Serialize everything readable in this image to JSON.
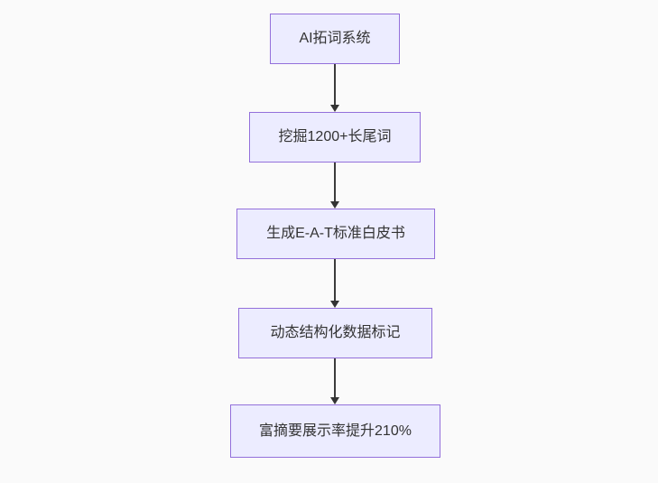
{
  "diagram": {
    "type": "flowchart",
    "direction": "top-down",
    "nodes": [
      {
        "id": 1,
        "label": "AI拓词系统"
      },
      {
        "id": 2,
        "label": "挖掘1200+长尾词"
      },
      {
        "id": 3,
        "label": "生成E-A-T标准白皮书"
      },
      {
        "id": 4,
        "label": "动态结构化数据标记"
      },
      {
        "id": 5,
        "label": "富摘要展示率提升210%"
      }
    ],
    "edges": [
      {
        "from": 1,
        "to": 2,
        "label": ""
      },
      {
        "from": 2,
        "to": 3,
        "label": ""
      },
      {
        "from": 3,
        "to": 4,
        "label": ""
      },
      {
        "from": 4,
        "to": 5,
        "label": ""
      }
    ],
    "colors": {
      "background": "#FAFAFA",
      "node_fill": "#ECECFF",
      "node_border": "#9370DB",
      "node_text": "#333333",
      "arrow": "#333333"
    }
  }
}
